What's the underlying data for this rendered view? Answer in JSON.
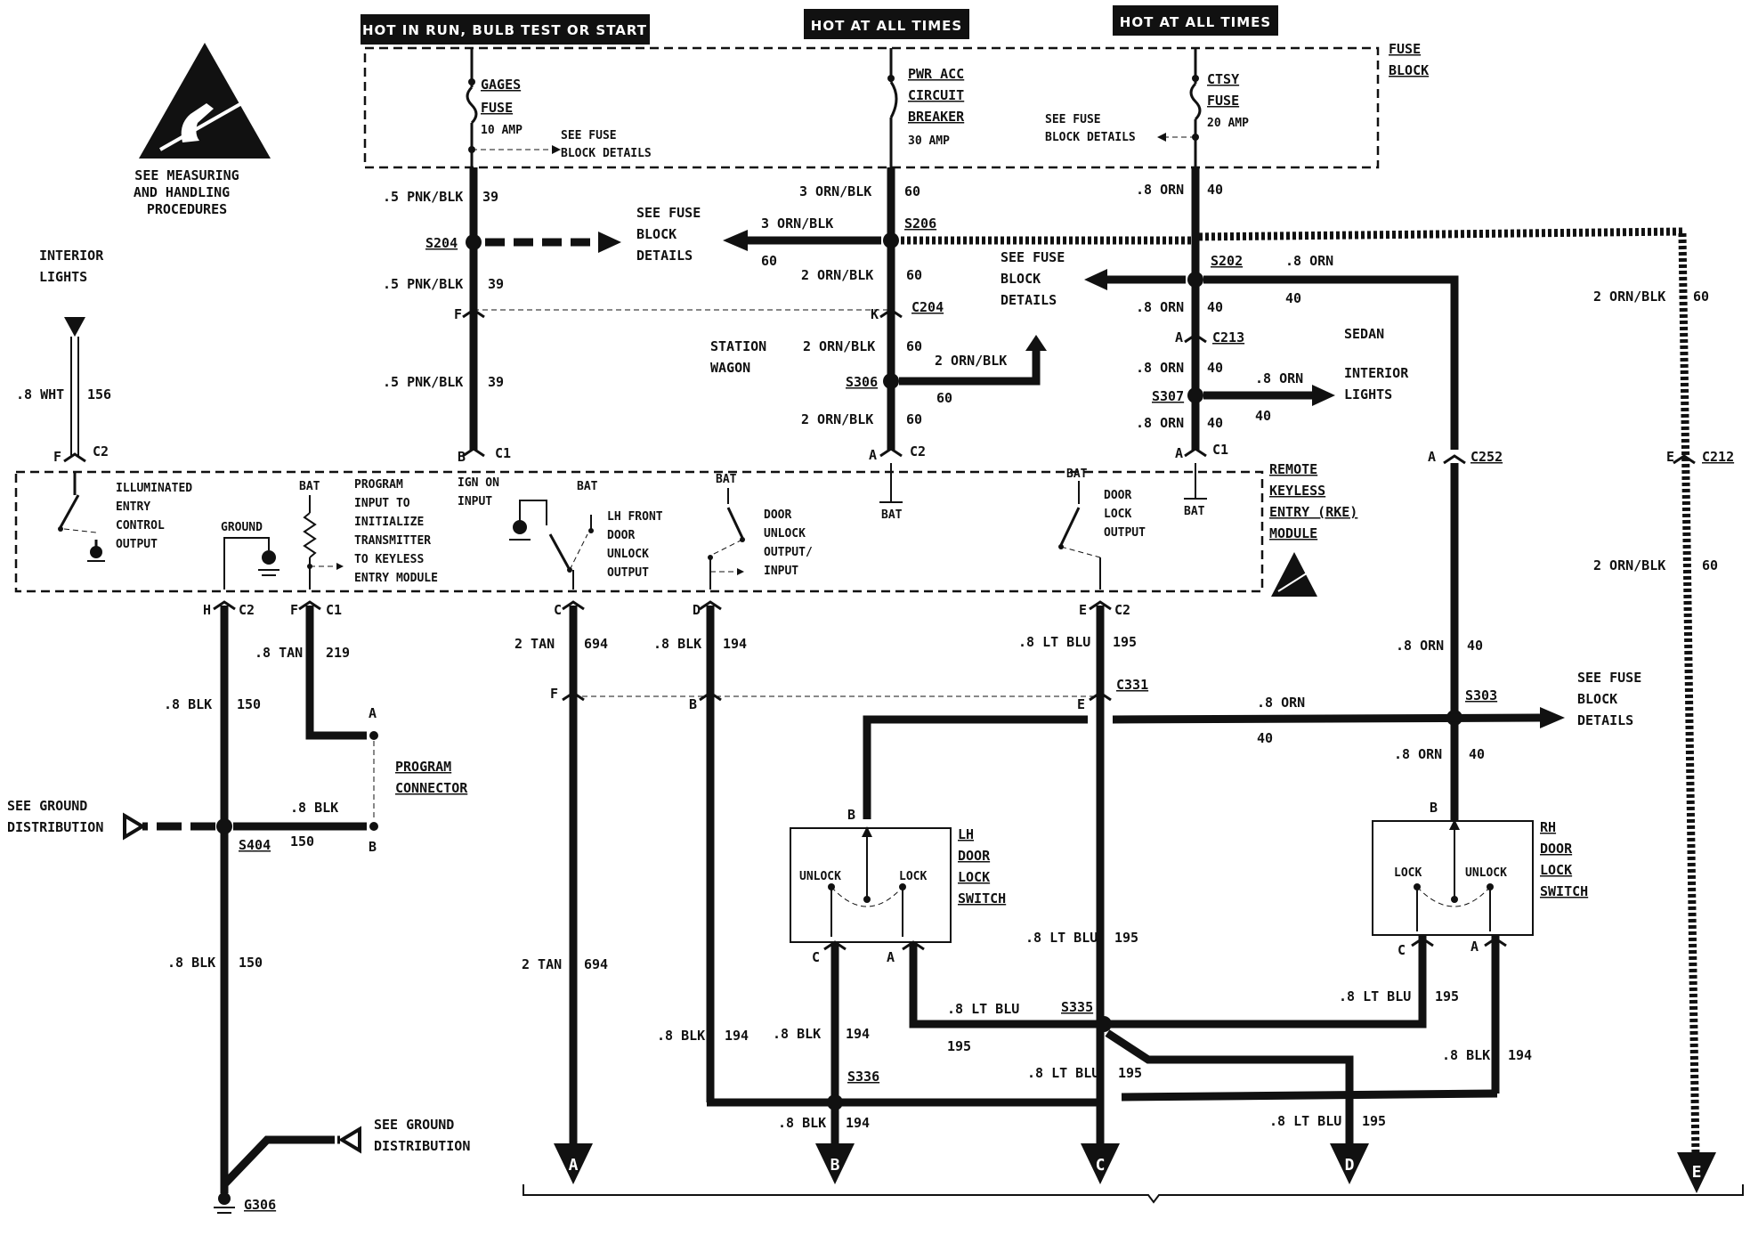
{
  "headers": {
    "run": "HOT IN RUN, BULB TEST OR START",
    "all1": "HOT AT ALL TIMES",
    "all2": "HOT AT ALL TIMES"
  },
  "esd": {
    "line1": "SEE MEASURING",
    "line2": "AND HANDLING",
    "line3": "PROCEDURES"
  },
  "fuse_block": {
    "line1": "FUSE",
    "line2": "BLOCK"
  },
  "gages": {
    "l1": "GAGES",
    "l2": "FUSE",
    "amp": "10 AMP"
  },
  "pwr": {
    "l1": "PWR ACC",
    "l2": "CIRCUIT",
    "l3": "BREAKER",
    "amp": "30 AMP"
  },
  "ctsy": {
    "l1": "CTSY",
    "l2": "FUSE",
    "amp": "20 AMP"
  },
  "see_fuse_small": {
    "l1": "SEE FUSE",
    "l2": "BLOCK DETAILS"
  },
  "see_fuse": {
    "l1": "SEE FUSE",
    "l2": "BLOCK",
    "l3": "DETAILS"
  },
  "interior": {
    "l1": "INTERIOR",
    "l2": "LIGHTS"
  },
  "station": {
    "l1": "STATION",
    "l2": "WAGON"
  },
  "sedan": "SEDAN",
  "rke": {
    "l1": "REMOTE",
    "l2": "KEYLESS",
    "l3": "ENTRY (RKE)",
    "l4": "MODULE"
  },
  "module_labels": {
    "illum": [
      "ILLUMINATED",
      "ENTRY",
      "CONTROL",
      "OUTPUT"
    ],
    "ground": "GROUND",
    "bat": "BAT",
    "program": [
      "PROGRAM",
      "INPUT TO",
      "INITIALIZE",
      "TRANSMITTER",
      "TO KEYLESS",
      "ENTRY MODULE"
    ],
    "ign": [
      "IGN ON",
      "INPUT"
    ],
    "lhfront": [
      "LH FRONT",
      "DOOR",
      "UNLOCK",
      "OUTPUT"
    ],
    "doorunlock": [
      "DOOR",
      "UNLOCK",
      "OUTPUT/",
      "INPUT"
    ],
    "doorlock": [
      "DOOR",
      "LOCK",
      "OUTPUT"
    ]
  },
  "program_connector": {
    "l1": "PROGRAM",
    "l2": "CONNECTOR"
  },
  "ground_dist": {
    "l1": "SEE GROUND",
    "l2": "DISTRIBUTION"
  },
  "lh_switch": {
    "l1": "LH",
    "l2": "DOOR",
    "l3": "LOCK",
    "l4": "SWITCH",
    "unlock": "UNLOCK",
    "lock": "LOCK"
  },
  "rh_switch": {
    "l1": "RH",
    "l2": "DOOR",
    "l3": "LOCK",
    "l4": "SWITCH",
    "unlock": "UNLOCK",
    "lock": "LOCK"
  },
  "splices": {
    "s204": "S204",
    "s206": "S206",
    "s202": "S202",
    "s306": "S306",
    "s307": "S307",
    "s303": "S303",
    "s404": "S404",
    "s335": "S335",
    "s336": "S336",
    "g306": "G306"
  },
  "connectors": {
    "c2": "C2",
    "c1": "C1",
    "c204": "C204",
    "c213": "C213",
    "c252": "C252",
    "c212": "C212",
    "c331": "C331"
  },
  "pins": {
    "F": "F",
    "K": "K",
    "A": "A",
    "B": "B",
    "C": "C",
    "D": "D",
    "E": "E",
    "H": "H"
  },
  "wires": {
    "pnk": ".5 PNK/BLK",
    "n39": "39",
    "orn3": "3 ORN/BLK",
    "orn2": "2 ORN/BLK",
    "n60": "60",
    "orn8": ".8 ORN",
    "n40": "40",
    "wht": ".8 WHT",
    "n156": "156",
    "tan8": ".8 TAN",
    "n219": "219",
    "blk8": ".8 BLK",
    "n150": "150",
    "n194": "194",
    "tan2": "2 TAN",
    "n694": "694",
    "ltblu": ".8 LT BLU",
    "n195": "195"
  },
  "terminals": [
    "A",
    "B",
    "C",
    "D",
    "E"
  ]
}
